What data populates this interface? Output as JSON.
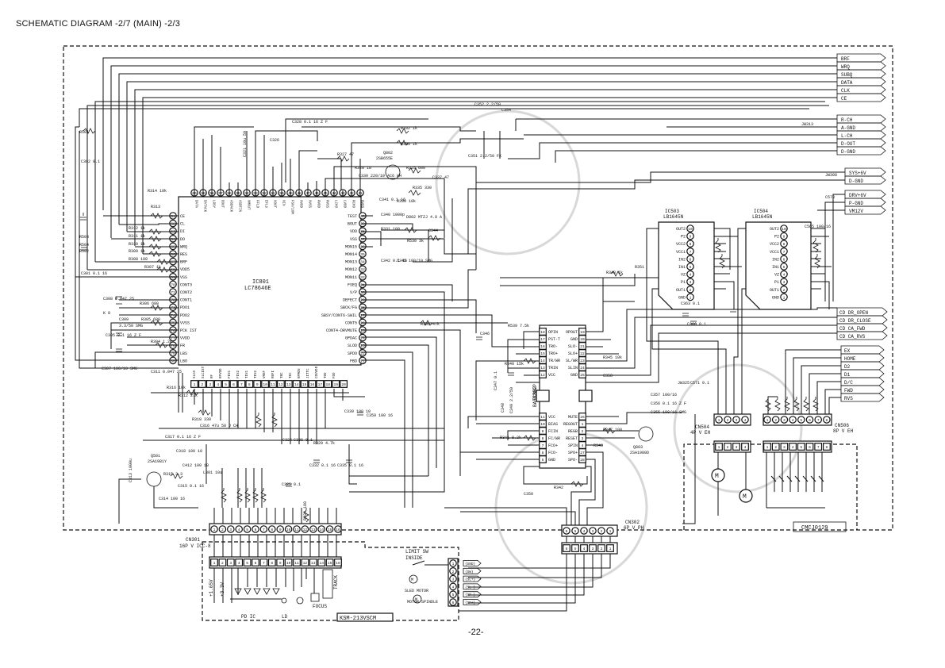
{
  "page": {
    "title": "SCHEMATIC  DIAGRAM -2/7 (MAIN) -2/3",
    "page_number": "-22-"
  },
  "main_ic": {
    "ref": "IC801",
    "part": "LC78646E",
    "top_pins": [
      "60",
      "59",
      "58",
      "57",
      "56",
      "55",
      "54",
      "53",
      "52",
      "51",
      "50",
      "49",
      "48",
      "47",
      "46",
      "45",
      "44",
      "43",
      "42",
      "41"
    ],
    "top_labels": [
      "DATA",
      "DATACK",
      "LRSY",
      "DOUT",
      "ASDACK",
      "ASDFIN",
      "XMOUT",
      "FFLD",
      "EFLG",
      "XOUT",
      "XIN",
      "FSX/16M",
      "XVDD",
      "XVSS",
      "RVDD",
      "RVSS",
      "LCHO",
      "LVDD",
      "RCHO",
      "RVDD"
    ],
    "left_pins": [
      {
        "num": "61",
        "label": "CE"
      },
      {
        "num": "62",
        "label": "CL"
      },
      {
        "num": "63",
        "label": "DI"
      },
      {
        "num": "64",
        "label": "DO"
      },
      {
        "num": "65",
        "label": "WRQ"
      },
      {
        "num": "66",
        "label": "RES"
      },
      {
        "num": "67",
        "label": "BRF"
      },
      {
        "num": "68",
        "label": "VDD5"
      },
      {
        "num": "69",
        "label": "VSS"
      },
      {
        "num": "70",
        "label": "CONT3"
      },
      {
        "num": "71",
        "label": "CONT2"
      },
      {
        "num": "72",
        "label": "CONT1"
      },
      {
        "num": "73",
        "label": "PDO1"
      },
      {
        "num": "74",
        "label": "PDO2"
      },
      {
        "num": "75",
        "label": "VVSS"
      },
      {
        "num": "76",
        "label": "PCK IST"
      },
      {
        "num": "77",
        "label": "VVDD"
      },
      {
        "num": "78",
        "label": "FR"
      },
      {
        "num": "79",
        "label": "LBS"
      },
      {
        "num": "80",
        "label": "LBO"
      }
    ],
    "right_pins": [
      {
        "num": "40",
        "label": "TEST"
      },
      {
        "num": "39",
        "label": "BOUT"
      },
      {
        "num": "38",
        "label": "VDD"
      },
      {
        "num": "37",
        "label": "VSS"
      },
      {
        "num": "36",
        "label": "MON15"
      },
      {
        "num": "35",
        "label": "MON14"
      },
      {
        "num": "34",
        "label": "MON13"
      },
      {
        "num": "33",
        "label": "MON12"
      },
      {
        "num": "32",
        "label": "MON11"
      },
      {
        "num": "31",
        "label": "FSEQ"
      },
      {
        "num": "30",
        "label": "V/P"
      },
      {
        "num": "29",
        "label": "DEFECT"
      },
      {
        "num": "28",
        "label": "SBCK/FG"
      },
      {
        "num": "27",
        "label": "SBSY/CONT6-SWIL"
      },
      {
        "num": "26",
        "label": "CONT5"
      },
      {
        "num": "25",
        "label": "CONT4-DRVMUTE"
      },
      {
        "num": "24",
        "label": "GPDAC"
      },
      {
        "num": "23",
        "label": "SLOD"
      },
      {
        "num": "22",
        "label": "SPDO"
      },
      {
        "num": "21",
        "label": "FBD"
      }
    ],
    "bottom_pins": [
      "1",
      "2",
      "3",
      "4",
      "5",
      "6",
      "7",
      "8",
      "9",
      "10",
      "11",
      "12",
      "13",
      "14",
      "15",
      "16",
      "17",
      "18",
      "19",
      "20"
    ],
    "bottom_labels": [
      "SLCO",
      "SLCIST",
      "RF",
      "RFVDD",
      "FIN1",
      "FIN2",
      "TIN1",
      "TIN2",
      "VREF",
      "REFI",
      "TBC",
      "TEC",
      "RFMON",
      "JITTC",
      "CDUVDD",
      "TDO",
      "FDO"
    ]
  },
  "driver_ic": {
    "ref": "IC802",
    "part": "BA5926FP",
    "left_pins": [
      {
        "num": "18",
        "label": "OPIN"
      },
      {
        "num": "17",
        "label": "PST-T"
      },
      {
        "num": "16",
        "label": "TRO-"
      },
      {
        "num": "15",
        "label": "TRO+"
      },
      {
        "num": "14",
        "label": "TR/WR"
      },
      {
        "num": "13",
        "label": "TRIN"
      },
      {
        "num": "12",
        "label": "VCC"
      },
      {
        "num": "11",
        "label": "VCC"
      },
      {
        "num": "10",
        "label": "BIAS"
      },
      {
        "num": "9",
        "label": "FCIN"
      },
      {
        "num": "8",
        "label": "FC/WR"
      },
      {
        "num": "7",
        "label": "FCO+"
      },
      {
        "num": "6",
        "label": "FCO-"
      },
      {
        "num": "5",
        "label": "GND"
      }
    ],
    "right_pins": [
      {
        "num": "19",
        "label": "OPOUT"
      },
      {
        "num": "20",
        "label": "GND"
      },
      {
        "num": "21",
        "label": "SLO-"
      },
      {
        "num": "22",
        "label": "SLO+"
      },
      {
        "num": "23",
        "label": "SL/WR"
      },
      {
        "num": "24",
        "label": "SLIN"
      },
      {
        "num": "25",
        "label": "GND"
      },
      {
        "num": "26",
        "label": "MUTE"
      },
      {
        "num": "1",
        "label": "REGOUT"
      },
      {
        "num": "2",
        "label": "REGB"
      },
      {
        "num": "3",
        "label": "RESET"
      },
      {
        "num": "4",
        "label": "SPIN"
      },
      {
        "num": "27",
        "label": "SPO+"
      },
      {
        "num": "28",
        "label": "SPO-"
      }
    ]
  },
  "motor_ics": [
    {
      "ref": "IC503",
      "part": "LB1645N",
      "pins": [
        {
          "num": "10",
          "label": "OUT2"
        },
        {
          "num": "9",
          "label": "P2"
        },
        {
          "num": "8",
          "label": "VCC2"
        },
        {
          "num": "7",
          "label": "VCC1"
        },
        {
          "num": "6",
          "label": "IN2"
        },
        {
          "num": "5",
          "label": "IN1"
        },
        {
          "num": "4",
          "label": "VZ"
        },
        {
          "num": "3",
          "label": "P1"
        },
        {
          "num": "2",
          "label": "OUT1"
        },
        {
          "num": "1",
          "label": "GND"
        }
      ]
    },
    {
      "ref": "IC504",
      "part": "LB1645N",
      "pins": [
        {
          "num": "10",
          "label": "OUT2"
        },
        {
          "num": "9",
          "label": "P2"
        },
        {
          "num": "8",
          "label": "VCC2"
        },
        {
          "num": "7",
          "label": "VCC1"
        },
        {
          "num": "6",
          "label": "IN2"
        },
        {
          "num": "5",
          "label": "IN1"
        },
        {
          "num": "4",
          "label": "VZ"
        },
        {
          "num": "3",
          "label": "P1"
        },
        {
          "num": "2",
          "label": "OUT1"
        },
        {
          "num": "1",
          "label": "GND"
        }
      ]
    }
  ],
  "signals": {
    "top_right": [
      "BRF",
      "WRQ",
      "SUBQ",
      "DATA",
      "CLK",
      "CE"
    ],
    "audio": [
      "R-CH",
      "A-GND",
      "L-CH",
      "D-OUT",
      "D-GND"
    ],
    "power": [
      "SYS+6V",
      "D-GND"
    ],
    "motor_power": [
      "DRV+6V",
      "P-GND",
      "VM12V"
    ],
    "door": [
      "CD DR_OPEN",
      "CD DR_CLOSE",
      "CD CA_FWD",
      "CD CA_RVS"
    ],
    "changer": [
      "EX",
      "HOME",
      "D2",
      "D1",
      "D/C",
      "FWD",
      "RVS"
    ],
    "pickup": [
      "{GND}",
      "{SW}",
      "{SL+}",
      "{SL-}",
      "{SP-}",
      "{SP+}"
    ]
  },
  "connectors": {
    "cn301": {
      "ref": "CN301",
      "desc": "16P V ICC-8",
      "pins": [
        "1",
        "2",
        "3",
        "4",
        "5",
        "6",
        "7",
        "8",
        "9",
        "10",
        "11",
        "12",
        "13",
        "14",
        "15",
        "16"
      ]
    },
    "cn302": {
      "ref": "CN302",
      "desc": "6P V PH",
      "pins": [
        "6",
        "5",
        "4",
        "3",
        "2",
        "1"
      ]
    },
    "cn504": {
      "ref": "CN504",
      "desc": "4P V EH",
      "pins": [
        "1",
        "2",
        "3",
        "4"
      ]
    },
    "cn506": {
      "ref": "CN506",
      "desc": "8P V EH",
      "pins": [
        "1",
        "2",
        "3",
        "4",
        "5",
        "6",
        "7",
        "8"
      ]
    },
    "cmc": "CMCJ0129"
  },
  "pickup_block": {
    "name": "KSM-213VSCM",
    "limit_sw": "LIMIT SW",
    "limit_sw_2": "INSIDE",
    "sled_motor": "SLED MOTOR",
    "spindle_motor": "MOTOR SPINDLE",
    "focus": "FOCUS",
    "track": "TRACK",
    "pd_ic": "PD  IC",
    "ld": "LD",
    "v1": "+1.65V",
    "v2": "+3.3V"
  },
  "transistors": [
    {
      "ref": "Q802",
      "part": "2SB655E"
    },
    {
      "ref": "Q501",
      "part": "2SA1981Y"
    },
    {
      "ref": "Q803",
      "part": "2SA1980D"
    }
  ],
  "components": {
    "r501": "R501",
    "r503": "R503",
    "r504": "R504",
    "r502": "R502",
    "c301": "C301 0.1 16",
    "c302": "C302 0.1",
    "r314": "R314 10k",
    "r313": "R313",
    "r312": "R312 1k",
    "r311": "R311 1k",
    "r310": "R310 1k",
    "r309": "R309 1k",
    "r308": "R308 100",
    "r307": "R307 1k",
    "c308": "C308 0.047 25",
    "r306": "R306 680",
    "k8": "K 8",
    "c309": "C309",
    "r305": "R305 680",
    "c33": "3.3/50 SMG",
    "c305": "C305 0.1 16 Z F",
    "r304": "R304 1.2k",
    "c307": "C307 100/10 SMG",
    "c328": "C328 0.1 16 Z F",
    "c326": "C326",
    "c321": "C321 10u 50",
    "r327": "R327 47",
    "r328": "R328 10",
    "c330": "C330 220/10 AC6 WH",
    "r332": "R332 1k",
    "r333": "R333 1k",
    "r325": "R325 680",
    "r335": "R335 330",
    "c337": "C337 47",
    "r330": "R330 10k",
    "c341": "C341 0.1 16",
    "c340": "C340 1000p",
    "c344": "C344",
    "d802": "D802 MTZJ 4.8 A",
    "r331": "R331 100",
    "r530": "R530 3k",
    "c342": "C342 0.1 16",
    "c345": "C345 100/10 SMG",
    "c352": "C352 2.2/50",
    "c354": "C354",
    "c351": "C351 2.2/50 FK",
    "jw313": "JW313",
    "jw308": "JW308",
    "c578": "C578",
    "c565": "C565 100/16",
    "c363": "C363 0.1",
    "c366": "C366 0.1",
    "r348": "R348 1k",
    "r351": "R351",
    "c346": "C346",
    "r336": "R336 47k",
    "r539": "R539 7.5k",
    "r340": "R340 15k",
    "r345": "R345 10k",
    "c358": "C358",
    "c347": "C347 0.1",
    "c348": "C348",
    "c349": "C349 2.2/50",
    "c357": "C357 100/16",
    "c356": "C356 0.1 16 Z F",
    "c355": "C355 100/16 SMG",
    "jw325": "JW325",
    "c571": "C571 0.1",
    "r341": "R341 8.2k",
    "r347": "R347 100",
    "r346": "R346",
    "c350": "C350",
    "r342": "R342",
    "c359": "C359 100 16",
    "c311": "C311 0.047 25",
    "r316": "R316 10k",
    "r312b": "R312 27k",
    "r318": "R318 330",
    "c316": "C316 47u 50 J CH",
    "c317": "C317 0.1 16 Z F",
    "c318": "C318 100 10",
    "c412": "C412 100 10",
    "r315": "R315 3.3",
    "c315": "C315 0.1 16",
    "c314": "C314 100 16",
    "c313": "C313 1000u",
    "l301": "L301 10u",
    "c325": "C325 0.1",
    "c335": "C335 0.1 16",
    "c332": "C332 0.1 16",
    "r329": "R329 4.7k",
    "r326": "R326 180",
    "c324": "C324",
    "c336": "C336 0.1",
    "c339": "C339 100 10"
  }
}
